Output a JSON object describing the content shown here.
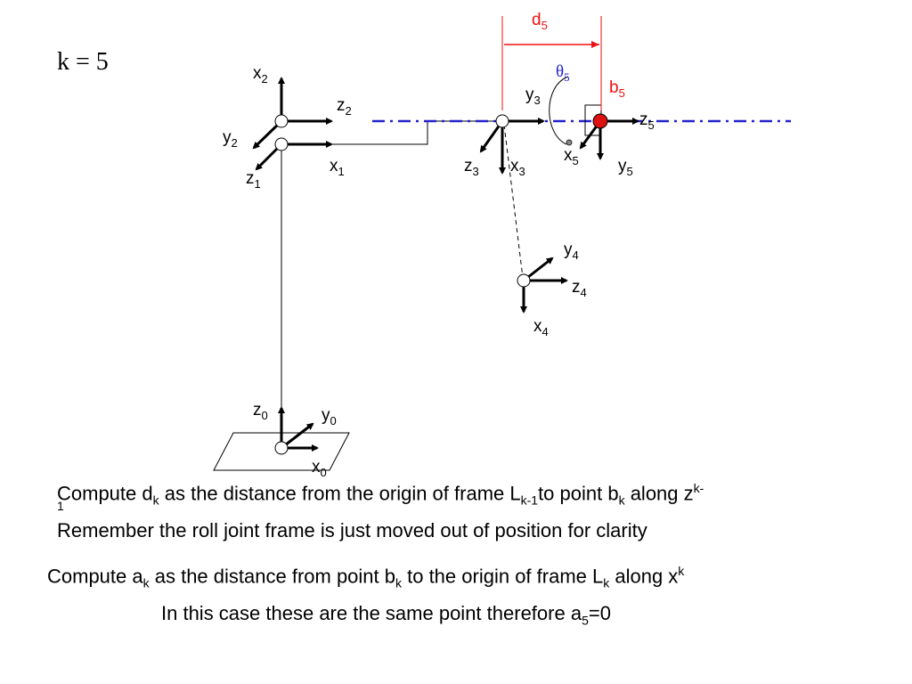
{
  "k_label": "k = 5",
  "frames": {
    "f0": {
      "z": "z",
      "z_sub": "0",
      "y": "y",
      "y_sub": "0",
      "x": "x",
      "x_sub": "0"
    },
    "f1": {
      "z": "z",
      "z_sub": "1",
      "x": "x",
      "x_sub": "1"
    },
    "f2": {
      "x": "x",
      "x_sub": "2",
      "z": "z",
      "z_sub": "2",
      "y": "y",
      "y_sub": "2"
    },
    "f3": {
      "y": "y",
      "y_sub": "3",
      "z": "z",
      "z_sub": "3",
      "x": "x",
      "x_sub": "3"
    },
    "f4": {
      "y": "y",
      "y_sub": "4",
      "z": "z",
      "z_sub": "4",
      "x": "x",
      "x_sub": "4"
    },
    "f5": {
      "z": "z",
      "z_sub": "5",
      "x": "x",
      "x_sub": "5",
      "y": "y",
      "y_sub": "5"
    }
  },
  "annotations": {
    "d": "d",
    "d_sub": "5",
    "theta": "θ",
    "theta_sub": "5",
    "b": "b",
    "b_sub": "5"
  },
  "captions": {
    "line1": {
      "p1": "Compute d",
      "s1": "k",
      "p2": " as the distance from the origin of frame L",
      "s2": "k-1",
      "p3": "to point b",
      "s3": "k",
      "p4": " along z",
      "sup": "k-",
      "wrap": "1"
    },
    "line2": "Remember the roll joint frame is just moved out of position for clarity",
    "line3": {
      "p1": "Compute a",
      "s1": "k",
      "p2": " as the distance from point b",
      "s2": "k",
      "p3": " to the origin of frame L",
      "s3": "k",
      "p4": " along x",
      "sup": "k"
    },
    "line4": {
      "p1": "In this case these are the same point therefore a",
      "s1": "5",
      "p2": "=0"
    }
  },
  "colors": {
    "axis_line": "#2222cc",
    "highlight": "#ee1111",
    "joint_fill": "#dd1111"
  }
}
